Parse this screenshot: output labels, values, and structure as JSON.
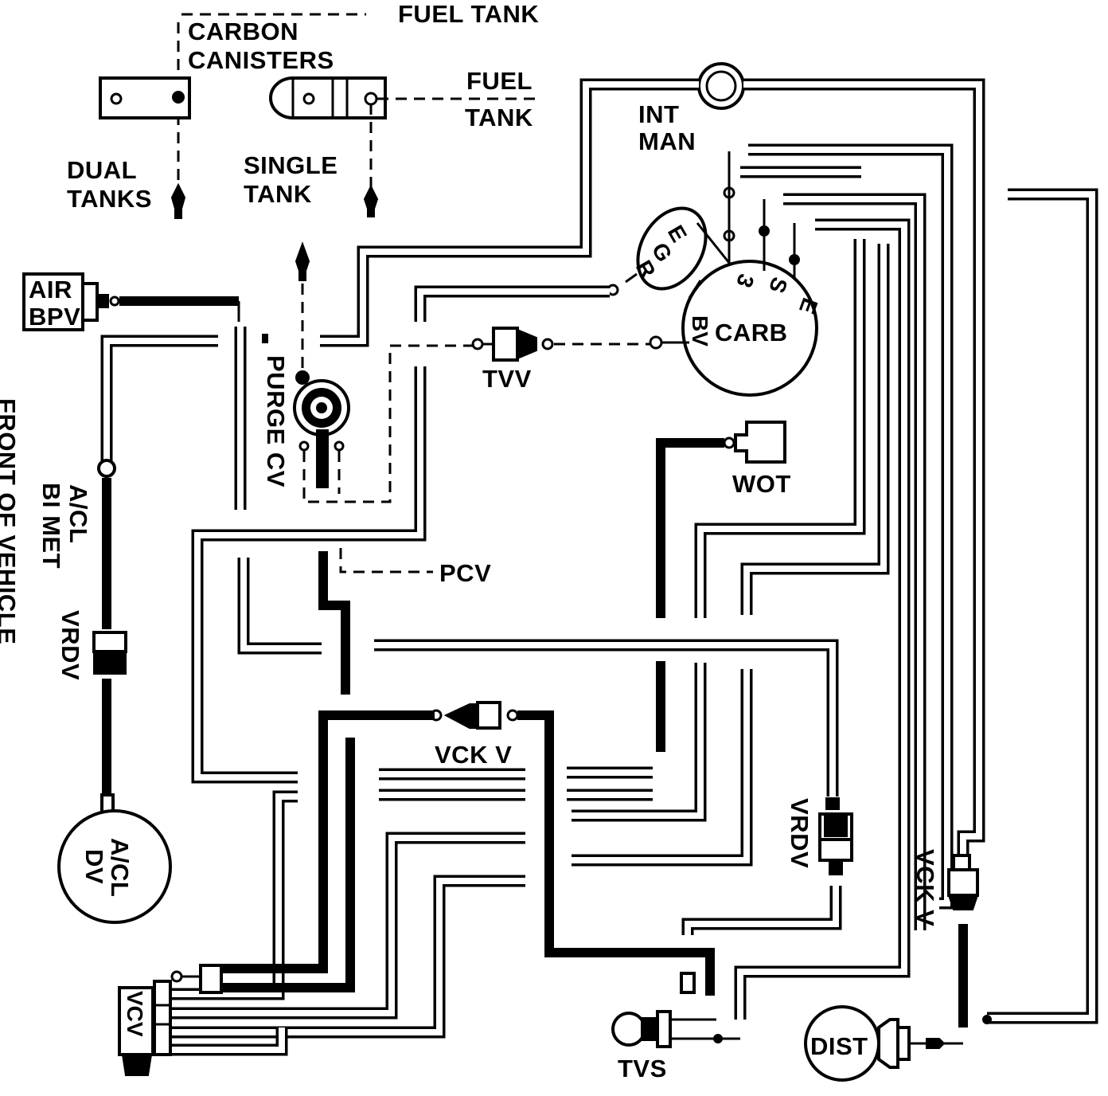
{
  "labels": {
    "fuel_tank_top": "FUEL TANK",
    "carbon": "CARBON",
    "canisters": "CANISTERS",
    "fuel": "FUEL",
    "tank": "TANK",
    "dual": "DUAL",
    "tanks": "TANKS",
    "single": "SINGLE",
    "single_tank": "TANK",
    "int": "INT",
    "man": "MAN",
    "air": "AIR",
    "bpv": "BPV",
    "purge_cv": "PURGE CV",
    "egr_e": "E",
    "egr_g": "G",
    "egr_r": "R",
    "carb": "CARB",
    "carb_3": "3",
    "carb_s": "S",
    "carb_e": "E",
    "carb_bv": "BV",
    "tvv": "TVV",
    "wot": "WOT",
    "front_of_vehicle": "FRONT OF VEHICLE",
    "acl_bimet_1": "A/CL",
    "acl_bimet_2": "BI MET",
    "vrdv_left": "VRDV",
    "pcv": "PCV",
    "vck_v_center": "VCK V",
    "acl_dv_1": "A/CL",
    "acl_dv_2": "DV",
    "vcv": "VCV",
    "vrdv_right": "VRDV",
    "vck_v_right": "VCK V",
    "tvs": "TVS",
    "dist": "DIST"
  }
}
